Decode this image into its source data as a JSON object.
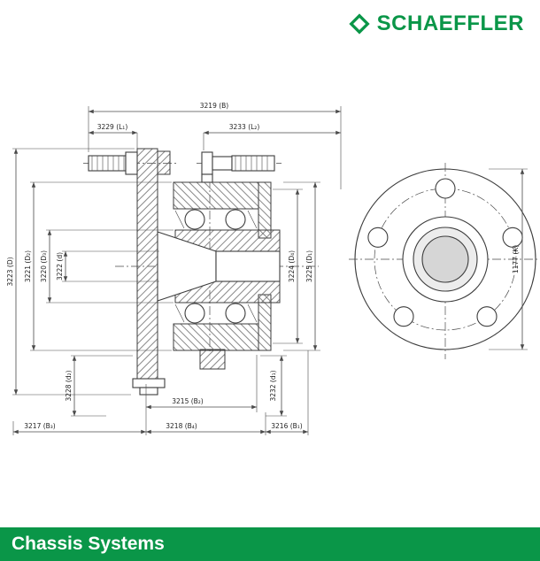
{
  "header": {
    "brand": "SCHAEFFLER",
    "logo_icon": "schaeffler-diamond-icon"
  },
  "footer": {
    "title": "Chassis Systems"
  },
  "colors": {
    "brand_green": "#0a9648",
    "footer_text": "#ffffff",
    "drawing_line": "#3c3c3c"
  },
  "drawing": {
    "dimensions": {
      "B": "3219 (B)",
      "L1": "3229 (L₁)",
      "L2": "3233 (L₂)",
      "D": "3223 (D)",
      "D2": "3221 (D₂)",
      "D3": "3220 (D₃)",
      "d": "3222 (d)",
      "D4": "3224 (D₄)",
      "D1": "3225 (D₁)",
      "d2": "3228 (d₂)",
      "B2": "3215 (B₂)",
      "d1": "3232 (d₁)",
      "B3": "3217 (B₃)",
      "B4": "3218 (B₄)",
      "B1": "3216 (B₁)",
      "K": "1177 (K)"
    }
  }
}
